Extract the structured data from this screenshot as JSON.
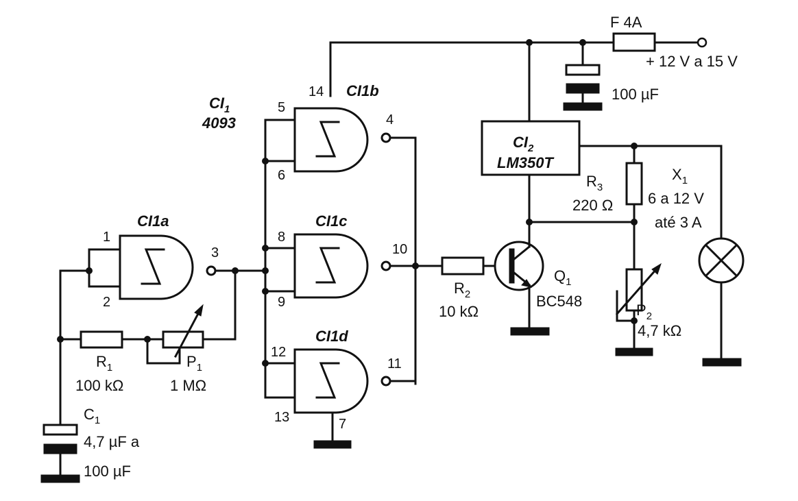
{
  "ic1": {
    "ref": "CI",
    "sub": "1",
    "part": "4093"
  },
  "gates": {
    "a": {
      "name": "CI1a",
      "in1": "1",
      "in2": "2",
      "out": "3"
    },
    "b": {
      "name": "CI1b",
      "in1": "5",
      "in2": "6",
      "out": "4",
      "vcc": "14"
    },
    "c": {
      "name": "CI1c",
      "in1": "8",
      "in2": "9",
      "out": "10"
    },
    "d": {
      "name": "CI1d",
      "in1": "12",
      "in2": "13",
      "out": "11",
      "gnd": "7"
    }
  },
  "ic2": {
    "ref": "CI",
    "sub": "2",
    "part": "LM350T"
  },
  "fuse": {
    "label": "F 4A"
  },
  "supply": {
    "label": "+ 12 V a 15 V"
  },
  "cap_supply": {
    "value": "100 µF"
  },
  "r1": {
    "ref": "R",
    "sub": "1",
    "value": "100 kΩ"
  },
  "p1": {
    "ref": "P",
    "sub": "1",
    "value": "1 MΩ"
  },
  "c1": {
    "ref": "C",
    "sub": "1",
    "value_line1": "4,7 µF a",
    "value_line2": "100 µF"
  },
  "r2": {
    "ref": "R",
    "sub": "2",
    "value": "10 kΩ"
  },
  "q1": {
    "ref": "Q",
    "sub": "1",
    "part": "BC548"
  },
  "r3": {
    "ref": "R",
    "sub": "3",
    "value": "220 Ω"
  },
  "p2": {
    "ref": "P",
    "sub": "2",
    "value": "4,7 kΩ"
  },
  "x1": {
    "ref": "X",
    "sub": "1",
    "line1": "6 a 12 V",
    "line2": "até 3 A"
  }
}
